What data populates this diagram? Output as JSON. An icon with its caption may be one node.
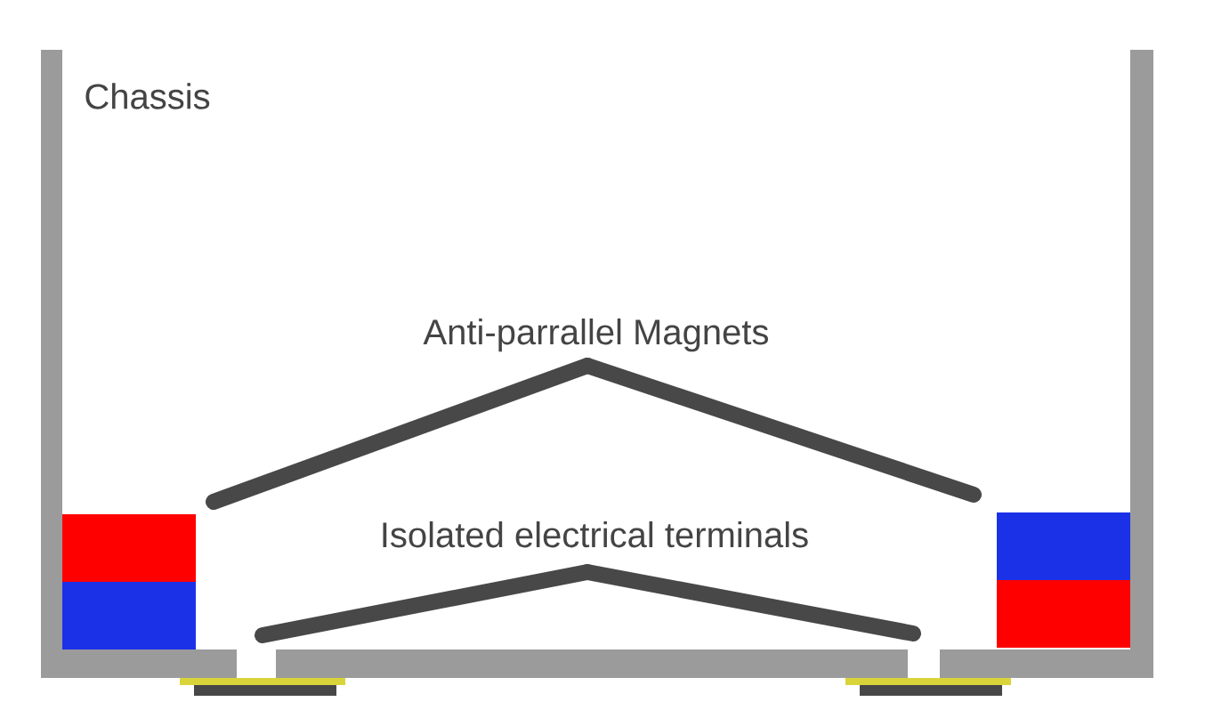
{
  "diagram": {
    "nodes": [
      {
        "text": [
          "Anti-parrallel Magnets"
        ]
      },
      {
        "text": [],
        "shape": "box"
      },
      {
        "text": [],
        "shape": "box"
      },
      {
        "text": [
          "Isolated electrical terminals"
        ]
      },
      {
        "text": [],
        "shape": "bar"
      },
      {
        "text": [],
        "shape": "bar"
      }
    ],
    "edges": [
      {
        "from": 0,
        "to": 1,
        "arrow": "none"
      },
      {
        "from": 0,
        "to": 2,
        "arrow": "none"
      },
      {
        "from": 3,
        "to": 4,
        "arrow": "none"
      },
      {
        "from": 3,
        "to": 5,
        "arrow": "none"
      }
    ],
    "labels": [
      "Chassis"
    ]
  }
}
